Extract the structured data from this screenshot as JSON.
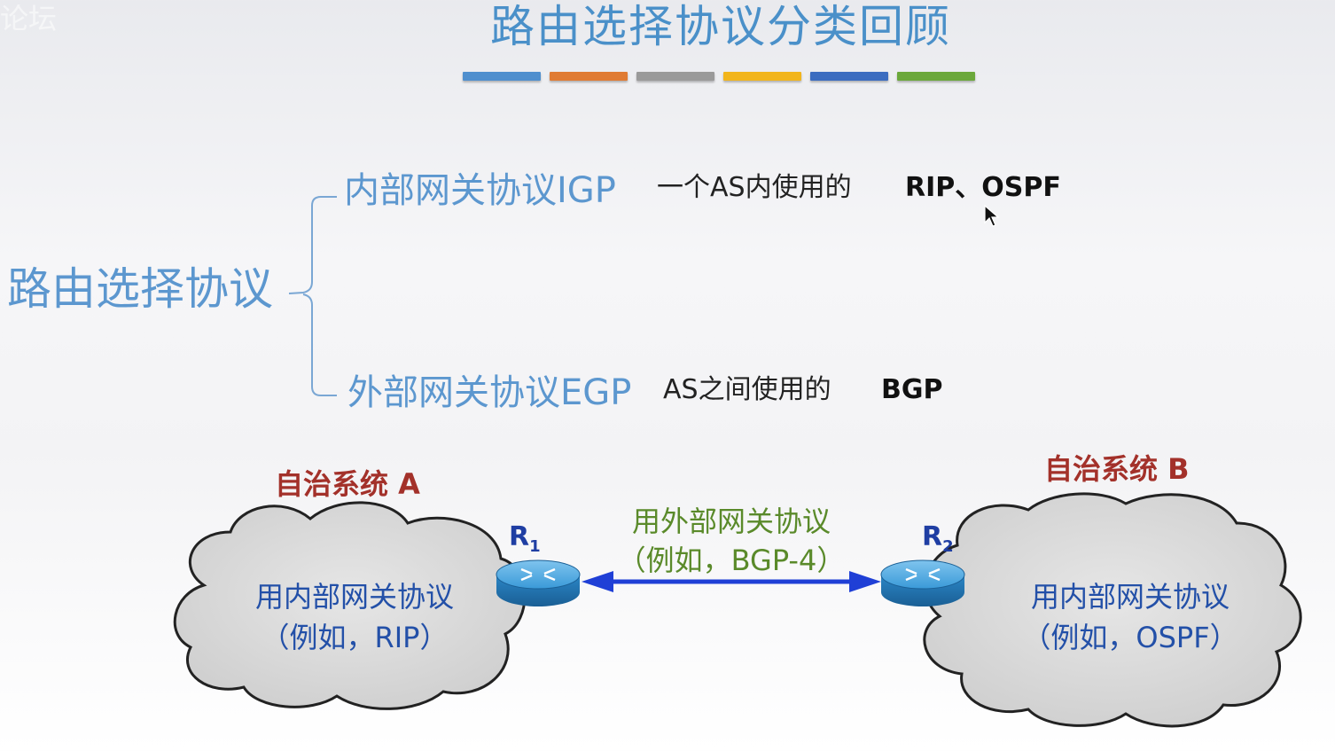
{
  "slide": {
    "title": "路由选择协议分类回顾",
    "watermark": "论坛 ",
    "color_bar": [
      "#4f8fce",
      "#e07b33",
      "#9a9a9a",
      "#f2b51c",
      "#3b6cc0",
      "#6ba83b"
    ]
  },
  "tree": {
    "root": "路由选择协议",
    "igp": {
      "label": "内部网关协议IGP",
      "description": "一个AS内使用的",
      "examples": "RIP、OSPF"
    },
    "egp": {
      "label": "外部网关协议EGP",
      "description": "AS之间使用的",
      "examples": "BGP"
    }
  },
  "network": {
    "as_a": {
      "title": "自治系统 A",
      "line1": "用内部网关协议",
      "line2": "（例如，RIP）"
    },
    "as_b": {
      "title": "自治系统 B",
      "line1": "用内部网关协议",
      "line2": "（例如，OSPF）"
    },
    "r1": {
      "letter": "R",
      "sub": "1"
    },
    "r2": {
      "letter": "R",
      "sub": "2"
    },
    "link": {
      "line1": "用外部网关协议",
      "line2": "（例如，BGP-4）"
    }
  }
}
